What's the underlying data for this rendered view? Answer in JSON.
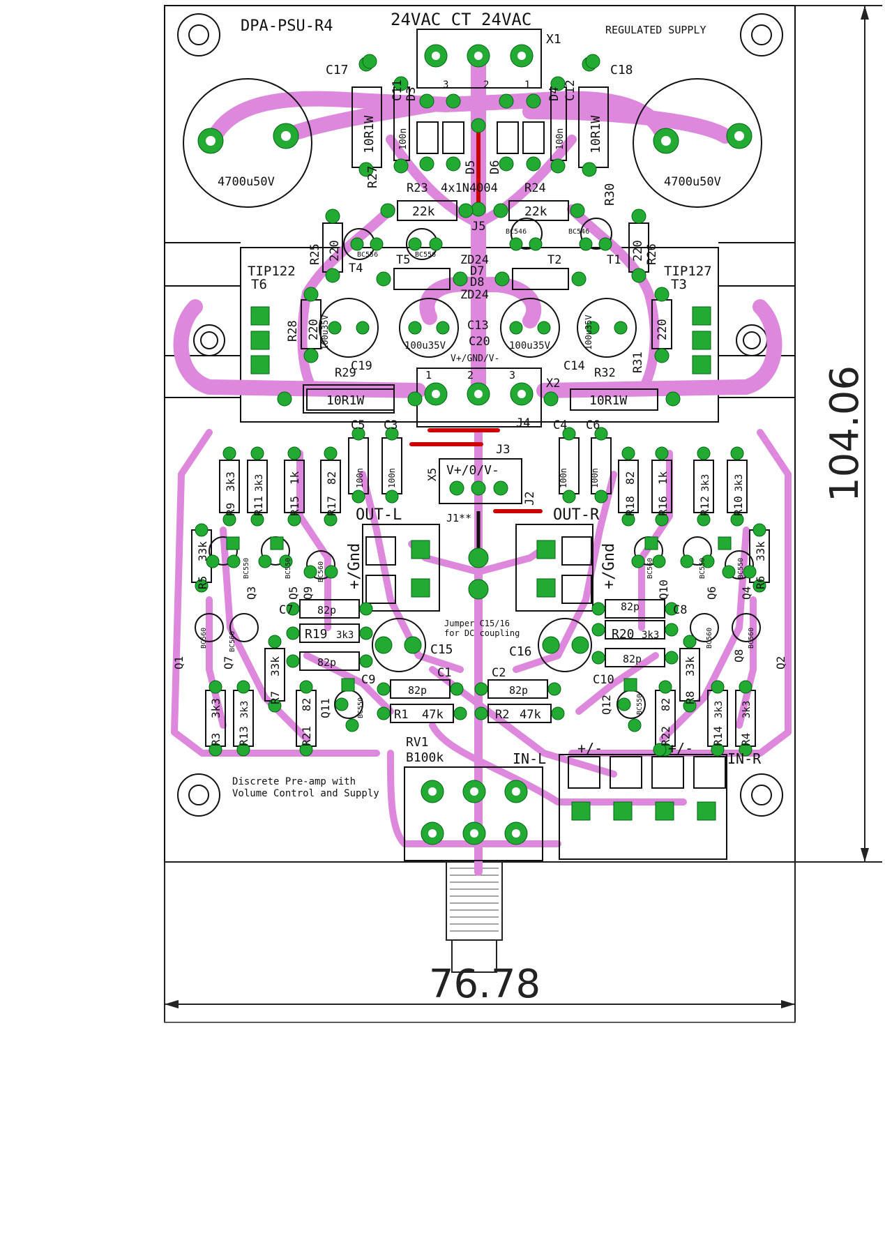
{
  "board": {
    "title": "DPA-PSU-R4",
    "ac_input": "24VAC CT 24VAC",
    "supply_note": "REGULATED SUPPLY",
    "footer_note_line1": "Discrete Pre-amp with",
    "footer_note_line2": "Volume Control and Supply"
  },
  "dimensions": {
    "width_label": "76.78",
    "height_label": "104.06"
  },
  "connectors": {
    "x1": {
      "ref": "X1",
      "pins": [
        "3",
        "2",
        "1"
      ]
    },
    "x2": {
      "ref": "X2",
      "label": "V+/GND/V-",
      "pins": [
        "1",
        "2",
        "3"
      ]
    },
    "x5": {
      "ref": "X5",
      "label": "V+/0/V-"
    },
    "out_l": "OUT-L",
    "out_r": "OUT-R",
    "gnd_l": "+/Gnd",
    "gnd_r": "+/Gnd",
    "in_l": "IN-L",
    "in_r": "IN-R",
    "in_pol_l": "+/-",
    "in_pol_r": "+/-"
  },
  "jumpers": {
    "j1": "J1**",
    "j2": "J2",
    "j3": "J3",
    "j4": "J4",
    "j5": "J5",
    "note_line1": "Jumper C15/16",
    "note_line2": "for DC coupling"
  },
  "psu": {
    "c17": "C17",
    "c18": "C18",
    "c17_val": "4700u50V",
    "c18_val": "4700u50V",
    "c11": "C11",
    "c12": "C12",
    "c11_val": "100n",
    "c12_val": "100n",
    "r27_val": "10R1W",
    "r30_val": "10R1W",
    "r27": "R27",
    "r30": "R30",
    "d3": "D3",
    "d4": "D4",
    "d5": "D5",
    "d6": "D6",
    "diodes": "4x1N4004",
    "r23": "R23",
    "r24": "R24",
    "r23_val": "22k",
    "r24_val": "22k",
    "r25": "R25",
    "r26": "R26",
    "r25_val": "220",
    "r26_val": "220",
    "t4": "T4",
    "t5": "T5",
    "t1": "T1",
    "t2": "T2",
    "t4_type": "BC556",
    "t5_type": "BC556",
    "t1_type": "BC546",
    "t2_type": "BC546",
    "zd24a": "ZD24",
    "zd24b": "ZD24",
    "d7": "D7",
    "d8": "D8",
    "tip122": "TIP122",
    "tip127": "TIP127",
    "t6": "T6",
    "t3": "T3",
    "r28": "R28",
    "r31": "R31",
    "r28_val": "220",
    "r31_val": "220",
    "c19": "C19",
    "c14": "C14",
    "c13": "C13",
    "c20": "C20",
    "c19_val": "100u35V",
    "c14_val": "100u35V",
    "c13_val": "100u35V",
    "c20_val": "100u35V",
    "r29": "R29",
    "r32": "R32",
    "r29_val": "10R1W",
    "r32_val": "10R1W"
  },
  "preamp": {
    "c5": "C5",
    "c3": "C3",
    "c4": "C4",
    "c6": "C6",
    "cap_100n": "100n",
    "r9": "R9",
    "r11": "R11",
    "r15": "R15",
    "r17": "R17",
    "r9_val": "3k3",
    "r11_val": "3k3",
    "r15_val": "1k",
    "r17_val": "82",
    "r18": "R18",
    "r16": "R16",
    "r12": "R12",
    "r10": "R10",
    "r18_val": "82",
    "r16_val": "1k",
    "r12_val": "3k3",
    "r10_val": "3k3",
    "r5": "R5",
    "r6": "R6",
    "r5_val": "33k",
    "r6_val": "33k",
    "q3": "Q3",
    "q5": "Q5",
    "q9": "Q9",
    "q10": "Q10",
    "q6": "Q6",
    "q4": "Q4",
    "bc550": "BC550",
    "bc560": "BC560",
    "c7": "C7",
    "c8": "C8",
    "c9": "C9",
    "c10": "C10",
    "pf82": "82p",
    "r19": "R19",
    "r20": "R20",
    "r19_val": "3k3",
    "r20_val": "3k3",
    "c15": "C15",
    "c16": "C16",
    "c1": "C1",
    "c2": "C2",
    "q1": "Q1",
    "q7": "Q7",
    "q8": "Q8",
    "q2": "Q2",
    "q11": "Q11",
    "q12": "Q12",
    "r7": "R7",
    "r8": "R8",
    "r7_val": "33k",
    "r8_val": "33k",
    "r3": "R3",
    "r13": "R13",
    "r21": "R21",
    "r22": "R22",
    "r14": "R14",
    "r4": "R4",
    "r3_val": "3k3",
    "r13_val": "3k3",
    "r21_val": "82",
    "r22_val": "82",
    "r14_val": "3k3",
    "r4_val": "3k3",
    "r1": "R1",
    "r2": "R2",
    "r1_val": "47k",
    "r2_val": "47k",
    "rv1": "RV1",
    "rv1_val": "B100k"
  }
}
